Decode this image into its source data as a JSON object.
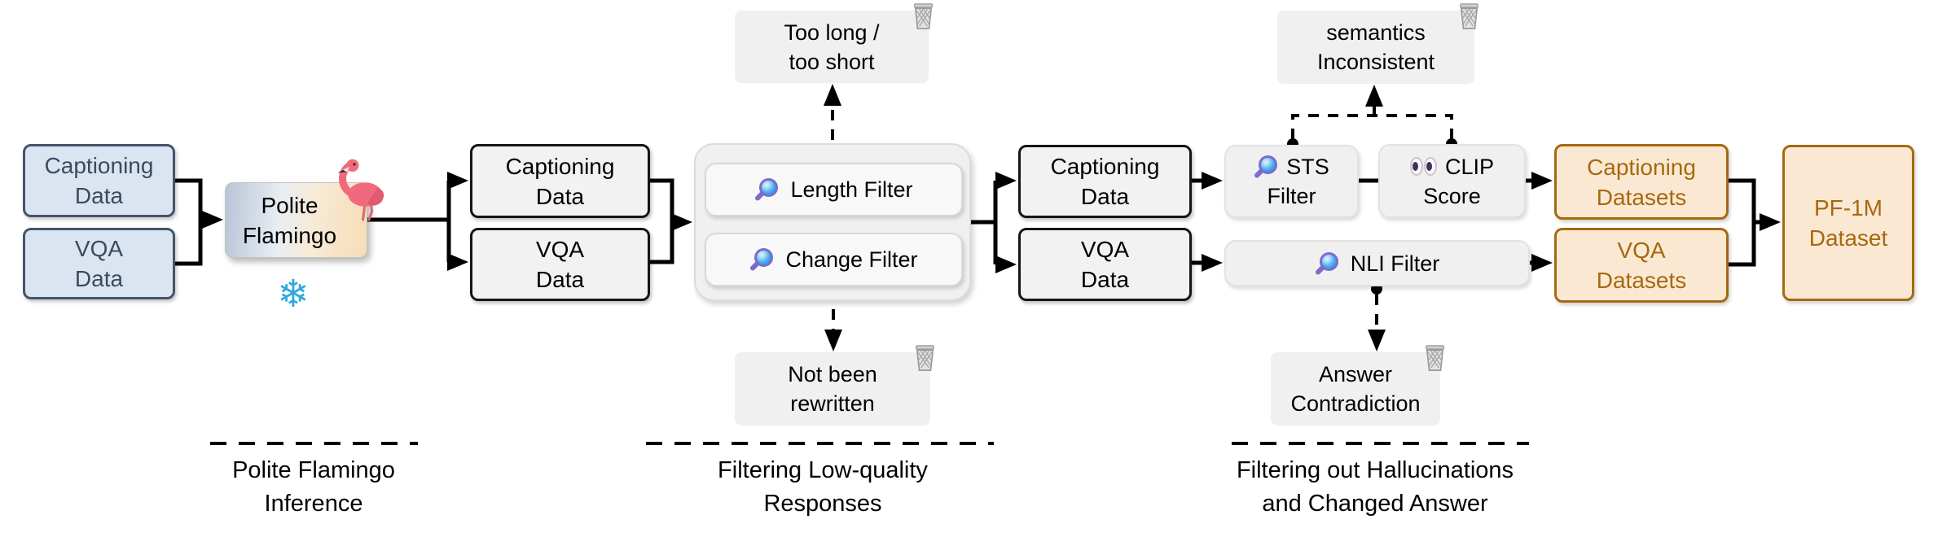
{
  "s1": {
    "box_captioning": {
      "l1": "Captioning",
      "l2": "Data"
    },
    "box_vqa": {
      "l1": "VQA",
      "l2": "Data"
    },
    "model": {
      "l1": "Polite",
      "l2": "Flamingo"
    },
    "label": {
      "l1": "Polite Flamingo",
      "l2": "Inference"
    }
  },
  "s2": {
    "box_captioning": {
      "l1": "Captioning",
      "l2": "Data"
    },
    "box_vqa": {
      "l1": "VQA",
      "l2": "Data"
    },
    "filters": {
      "length": "Length Filter",
      "change": "Change Filter"
    },
    "discard_top": {
      "l1": "Too long /",
      "l2": "too short"
    },
    "discard_bottom": {
      "l1": "Not been",
      "l2": "rewritten"
    },
    "label": {
      "l1": "Filtering Low-quality",
      "l2": "Responses"
    }
  },
  "s3": {
    "box_captioning": {
      "l1": "Captioning",
      "l2": "Data"
    },
    "box_vqa": {
      "l1": "VQA",
      "l2": "Data"
    },
    "sts": {
      "l1": "STS",
      "l2": "Filter"
    },
    "clip": {
      "l1": "CLIP",
      "l2": "Score"
    },
    "nli": "NLI Filter",
    "discard_top": {
      "l1": "semantics",
      "l2": "Inconsistent"
    },
    "discard_bottom": {
      "l1": "Answer",
      "l2": "Contradiction"
    },
    "label": {
      "l1": "Filtering out Hallucinations",
      "l2": "and Changed Answer"
    }
  },
  "s4": {
    "box_captioning_datasets": {
      "l1": "Captioning",
      "l2": "Datasets"
    },
    "box_vqa_datasets": {
      "l1": "VQA",
      "l2": "Datasets"
    },
    "box_final": {
      "l1": "PF-1M",
      "l2": "Dataset"
    }
  },
  "icons": {
    "flamingo": "🦩",
    "snowflake": "❄",
    "magnifier": "🔎",
    "eyes": "👀",
    "trash": "🗑"
  },
  "colors": {
    "blue_fill": "#dbe5f1",
    "blue_border": "#44546a",
    "blue_text": "#3b4a5f",
    "gray_fill": "#f2f2f2",
    "gray_border": "#151515",
    "soft_fill": "#f0f0f0",
    "panel_fill": "#f0f0f0",
    "orange_fill": "#fbe8d3",
    "orange_border": "#a5690f",
    "orange_text": "#a5690f",
    "model_gradient_left": "#b7c4d6",
    "model_gradient_right": "#f7ddb6",
    "snowflake_blue": "#2fa8e0",
    "magnifier_blue": "#42a9ee",
    "magnifier_handle": "#7a6ccc",
    "arrow_black": "#000000"
  }
}
